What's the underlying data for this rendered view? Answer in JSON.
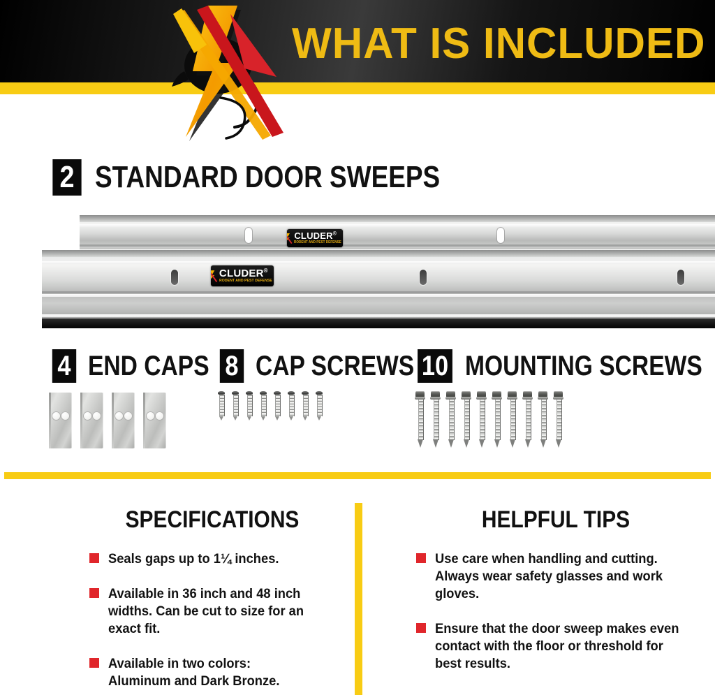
{
  "header": {
    "title": "WHAT IS INCLUDED",
    "logo_alt": "Xcluder rodent and pest defense X logo",
    "title_color": "#EFBB14",
    "band_color": "#000000",
    "rule_color": "#F8CC14"
  },
  "brand_plate": {
    "name": "CLUDER",
    "registered": "®",
    "tagline": "RODENT AND PEST DEFENSE"
  },
  "sections": [
    {
      "id": "door-sweeps",
      "count": "2",
      "label": "STANDARD DOOR SWEEPS",
      "item_count": 2
    },
    {
      "id": "end-caps",
      "count": "4",
      "label": "END CAPS",
      "item_count": 4
    },
    {
      "id": "cap-screws",
      "count": "8",
      "label": "CAP SCREWS",
      "item_count": 8
    },
    {
      "id": "mounting-screws",
      "count": "10",
      "label": "MOUNTING SCREWS",
      "item_count": 10
    }
  ],
  "specifications": {
    "title": "SPECIFICATIONS",
    "bullets": [
      "Seals gaps up to 1¼ inches.",
      "Available in 36 inch and 48 inch widths. Can be cut to size for an exact fit.",
      "Available in two colors: Aluminum and Dark Bronze."
    ]
  },
  "helpful_tips": {
    "title": "HELPFUL TIPS",
    "bullets": [
      "Use care when handling and cutting. Always wear safety glasses and work gloves.",
      "Ensure that the door sweep makes even contact with the floor or threshold for best results."
    ]
  },
  "colors": {
    "yellow": "#F8CC14",
    "title_yellow": "#EFBB14",
    "red": "#E0262B",
    "black": "#0a0a0a",
    "logo_orange": "#F29200",
    "logo_red": "#D8232A",
    "white": "#ffffff"
  }
}
